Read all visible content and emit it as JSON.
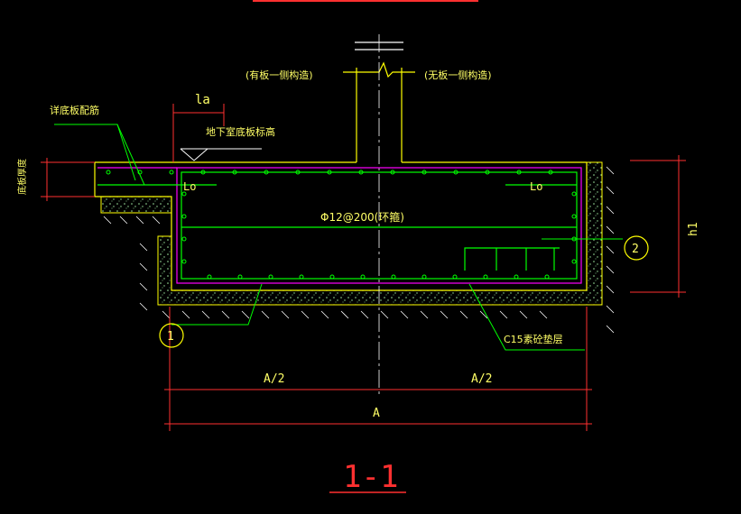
{
  "drawing": {
    "colors": {
      "background": "#000000",
      "concrete_outline": "#ffff00",
      "rebar": "#00ff00",
      "stirrup": "#ff00ff",
      "dimension": "#ff3030",
      "centerline": "#ffffff",
      "text": "#ffff66",
      "hatch": "#ffffff",
      "cushion": "#90ee90"
    },
    "labels": {
      "left_note": "(有板一侧构造)",
      "right_note": "(无板一侧构造)",
      "base_rebar_note": "详底板配筋",
      "slab_thickness": "底板厚度",
      "basement_level": "地下室底板标高",
      "anchor_top": "la",
      "anchor_left": "Lo",
      "anchor_right": "Lo",
      "stirrup_spec": "Φ12@200(环箍)",
      "cushion": "C15素砼垫层",
      "height": "h1",
      "callout_1": "1",
      "callout_2": "2",
      "dim_half_left": "A/2",
      "dim_half_right": "A/2",
      "dim_total": "A",
      "section_title": "1-1"
    }
  }
}
